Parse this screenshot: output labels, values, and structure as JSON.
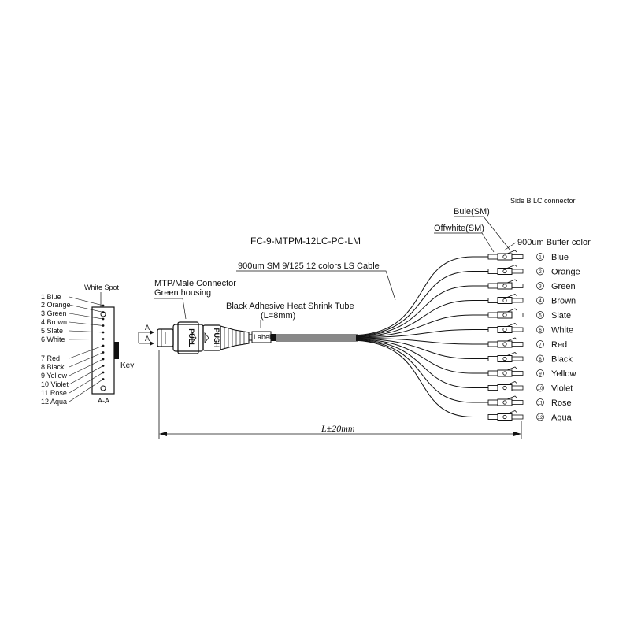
{
  "title": "FC-9-MTPM-12LC-PC-LM",
  "side_b_label": "Side B LC  connector",
  "bule_label": "Bule(SM)",
  "offwhite_label": "Offwhite(SM)",
  "buffer_label": "900um Buffer color",
  "cable_label": "900um SM 9/125 12 colors LS Cable",
  "connector_line1": "MTP/Male Connector",
  "connector_line2": "Green housing",
  "shrink_line1": "Black Adhesive Heat Shrink Tube",
  "shrink_line2": "(L=8mm)",
  "label_tag": "Label",
  "pull_text": "PULL",
  "push_text": "PUSH",
  "section_marker": "A",
  "white_spot_label": "White Spot",
  "key_label": "Key",
  "section_label": "A-A",
  "dimension_label": "L±20mm",
  "fibers": [
    {
      "number": "1",
      "color": "Blue",
      "left_label": "1 Blue"
    },
    {
      "number": "2",
      "color": "Orange",
      "left_label": "2 Orange"
    },
    {
      "number": "3",
      "color": "Green",
      "left_label": "3 Green"
    },
    {
      "number": "4",
      "color": "Brown",
      "left_label": "4 Brown"
    },
    {
      "number": "5",
      "color": "Slate",
      "left_label": "5 Slate"
    },
    {
      "number": "6",
      "color": "White",
      "left_label": "6 White"
    },
    {
      "number": "7",
      "color": "Red",
      "left_label": "7 Red"
    },
    {
      "number": "8",
      "color": "Black",
      "left_label": "8 Black"
    },
    {
      "number": "9",
      "color": "Yellow",
      "left_label": "9 Yellow"
    },
    {
      "number": "10",
      "color": "Violet",
      "left_label": "10 Violet"
    },
    {
      "number": "11",
      "color": "Rose",
      "left_label": "11 Rose"
    },
    {
      "number": "12",
      "color": "Aqua",
      "left_label": "12 Aqua"
    }
  ]
}
